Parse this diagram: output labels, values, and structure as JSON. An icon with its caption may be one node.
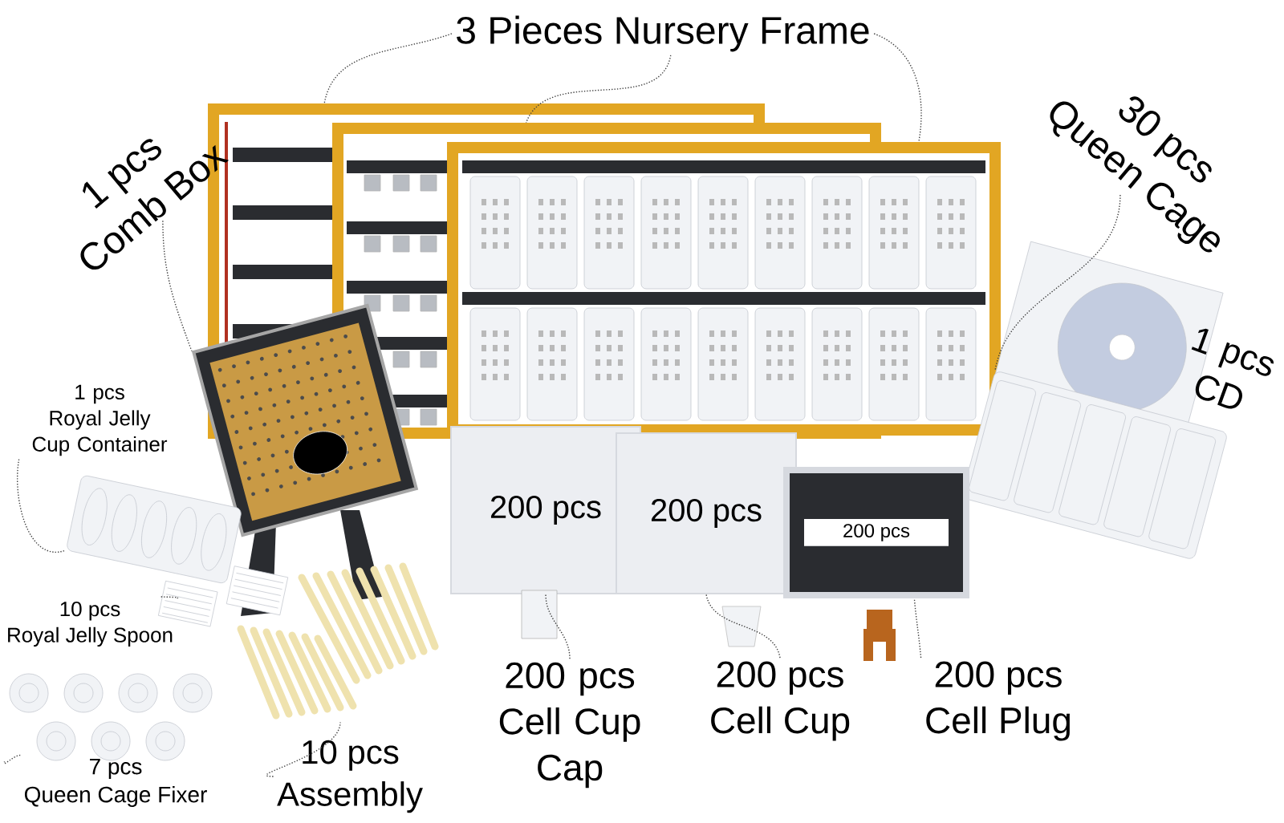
{
  "diagram": {
    "nodes": [
      {
        "text": [
          "3 Pieces Nursery Frame"
        ]
      },
      {
        "text": [],
        "shape": "picture"
      },
      {
        "text": [],
        "shape": "picture"
      },
      {
        "text": [],
        "shape": "picture"
      },
      {
        "text": [
          "1 pcs",
          "Comb Box"
        ]
      },
      {
        "text": [],
        "shape": "picture"
      },
      {
        "text": [
          "30 pcs",
          "Queen Cage"
        ]
      },
      {
        "text": [],
        "shape": "picture"
      },
      {
        "text": [
          "1 pcs",
          "Royal Jelly Cup Container"
        ]
      },
      {
        "text": [],
        "shape": "picture"
      },
      {
        "text": [
          "10 pcs",
          "Royal Jelly Spoon"
        ]
      },
      {
        "text": [],
        "shape": "picture"
      },
      {
        "text": [
          "7 pcs",
          "Queen Cage Fixer"
        ]
      },
      {
        "text": [],
        "shape": "picture"
      },
      {
        "text": [
          "10 pcs",
          "Assembly"
        ]
      },
      {
        "text": [],
        "shape": "picture"
      },
      {
        "text": [
          "200 pcs",
          "Cell Cup Cap"
        ]
      },
      {
        "text": [
          "200 pcs"
        ]
      },
      {
        "text": [
          "200 pcs",
          "Cell Cup"
        ]
      },
      {
        "text": [
          "200 pcs"
        ]
      },
      {
        "text": [
          "200 pcs",
          "Cell Plug"
        ]
      },
      {
        "text": [
          "200 pcs"
        ]
      }
    ],
    "edges": [
      {
        "from": 0,
        "to": 1,
        "arrow": "none"
      },
      {
        "from": 0,
        "to": 2,
        "arrow": "none"
      },
      {
        "from": 0,
        "to": 3,
        "arrow": "none"
      },
      {
        "from": 4,
        "to": 5,
        "arrow": "none"
      },
      {
        "from": 6,
        "to": 7,
        "arrow": "none"
      },
      {
        "from": 8,
        "to": 9,
        "arrow": "none"
      },
      {
        "from": 10,
        "to": 11,
        "arrow": "none"
      },
      {
        "from": 12,
        "to": 13,
        "arrow": "none"
      },
      {
        "from": 14,
        "to": 15,
        "arrow": "none"
      },
      {
        "from": 16,
        "to": 17,
        "arrow": "none"
      },
      {
        "from": 18,
        "to": 19,
        "arrow": "none"
      },
      {
        "from": 20,
        "to": 21,
        "arrow": "none"
      }
    ],
    "labels": [
      "1 pcs CD"
    ]
  }
}
